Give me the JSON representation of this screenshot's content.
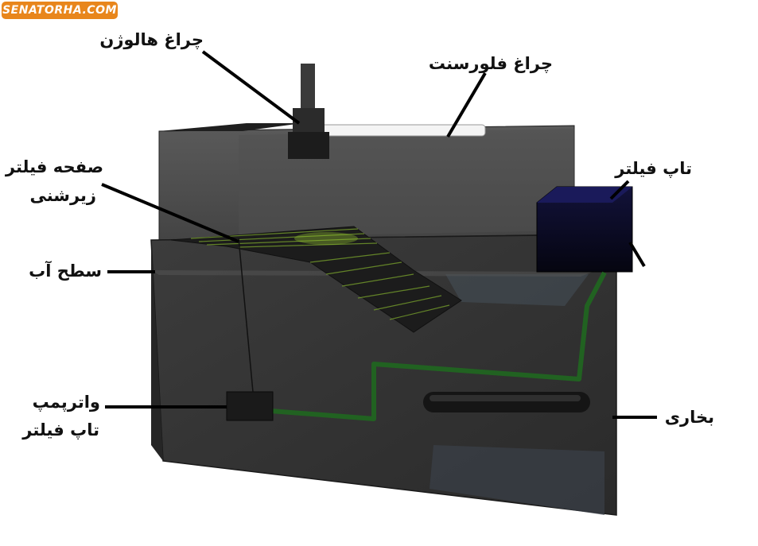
{
  "watermark": "SENATORHA.COM",
  "labels": {
    "halogen_lamp": "چراغ هالوژن",
    "fluorescent_lamp": "چراغ فلورسنت",
    "filter_plate_line1": "صفحه فیلتر",
    "filter_plate_line2": "زیرشنی",
    "top_filter": "تاپ فیلتر",
    "water_surface": "سطح آب",
    "water_pump_line1": "واترپمپ",
    "water_pump_line2": "تاپ فیلتر",
    "heater": "بخاری"
  },
  "colors": {
    "tank_dark": "#2e2e2e",
    "filter_box": "#0a0a2e",
    "pipe_green": "#1f6b1f",
    "glow": "#9acd32",
    "watermark_bg": "#e8861c"
  }
}
